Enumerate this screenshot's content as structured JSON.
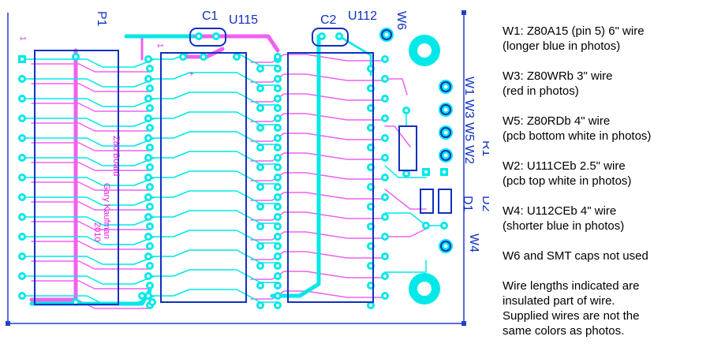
{
  "labels": {
    "p1": "P1",
    "c1": "C1",
    "u115": "U115",
    "c2": "C2",
    "u112": "U112",
    "w6": "W6",
    "w1": "W1",
    "w3": "W3",
    "w5": "W5",
    "w2": "W2",
    "r1": "R1",
    "d1": "D1",
    "d2": "D2",
    "w4": "W4",
    "pin1": "1",
    "plus": "+"
  },
  "silkscreen": [
    "Z80 Board",
    "Gary Kaufman",
    "2010"
  ],
  "notes": [
    {
      "lines": [
        "W1: Z80A15 (pin 5) 6\" wire",
        "(longer blue in photos)"
      ]
    },
    {
      "lines": [
        "W3: Z80WRb 3\" wire",
        "(red in photos)"
      ]
    },
    {
      "lines": [
        "W5: Z80RDb 4\" wire",
        "(pcb bottom white in photos)"
      ]
    },
    {
      "lines": [
        "W2: U111CEb 2.5\" wire",
        "(pcb top white in photos)"
      ]
    },
    {
      "lines": [
        "W4: U112CEb 4\" wire",
        "(shorter blue in photos)"
      ]
    },
    {
      "lines": [
        "W6 and SMT caps not used"
      ]
    },
    {
      "lines": [
        "Wire lengths indicated are",
        "insulated part of wire.",
        "Supplied wires are not the",
        "same colors as photos."
      ]
    }
  ],
  "colors": {
    "top_trace": "#00e8e8",
    "bottom_trace": "#f060f0",
    "component": "#1030c0",
    "pad": "#00e8e8",
    "outline": "#2040c8"
  }
}
